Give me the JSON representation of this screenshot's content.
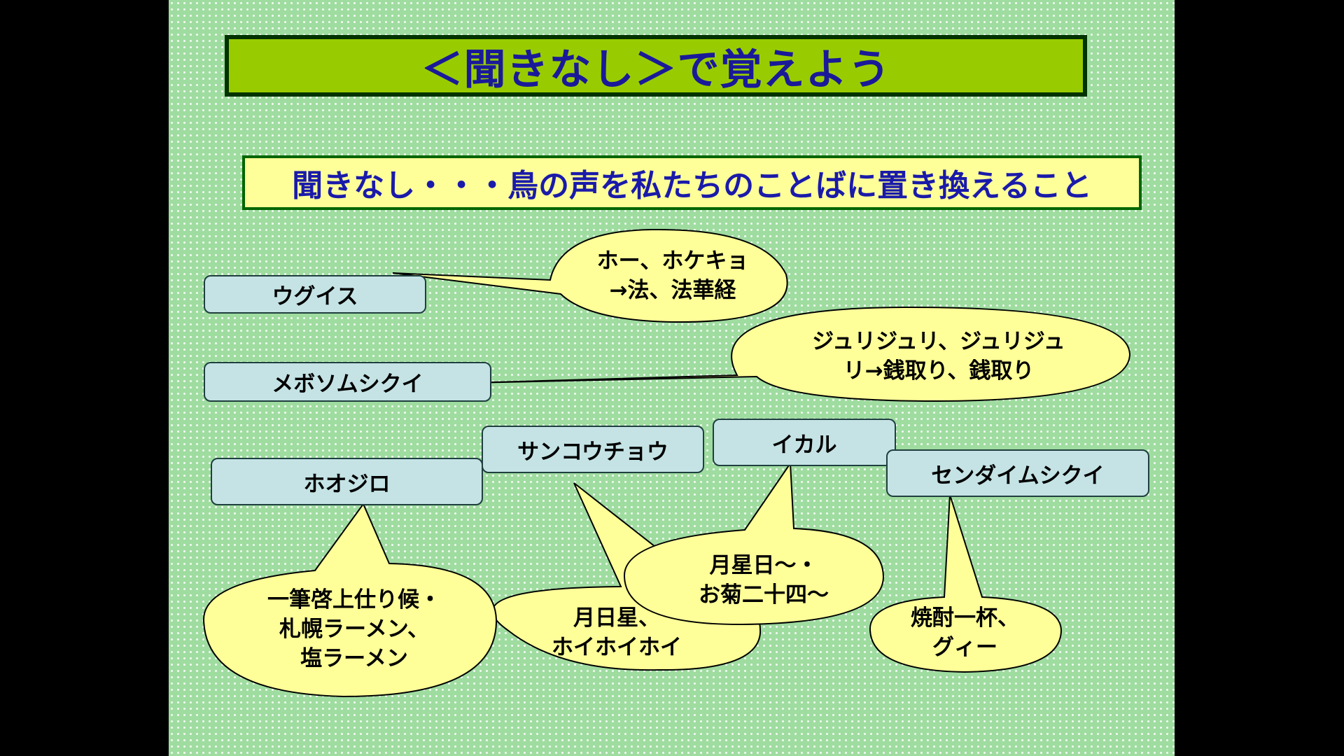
{
  "slide": {
    "title": "＜聞きなし＞で覚えよう",
    "subtitle": "聞きなし・・・鳥の声を私たちのことばに置き換えること"
  },
  "birds": [
    {
      "name": "ウグイス",
      "call": "ホー、ホケキョ\n→法、法華経"
    },
    {
      "name": "メボソムシクイ",
      "call": "ジュリジュリ、ジュリジュ\nリ→銭取り、銭取り"
    },
    {
      "name": "ホオジロ",
      "call": "一筆啓上仕り候・\n札幌ラーメン、\n塩ラーメン"
    },
    {
      "name": "サンコウチョウ",
      "call": "月日星、\nホイホイホイ"
    },
    {
      "name": "イカル",
      "call": "月星日～・\nお菊二十四～"
    },
    {
      "name": "センダイムシクイ",
      "call": "焼酎一杯、\nグィー"
    }
  ],
  "colors": {
    "slide_bg": "#9fdca0",
    "title_bg": "#99cc00",
    "title_text": "#1a1a99",
    "subtitle_bg": "#ffff99",
    "bird_box": "#c5e3e5",
    "bubble_fill": "#ffff99"
  }
}
